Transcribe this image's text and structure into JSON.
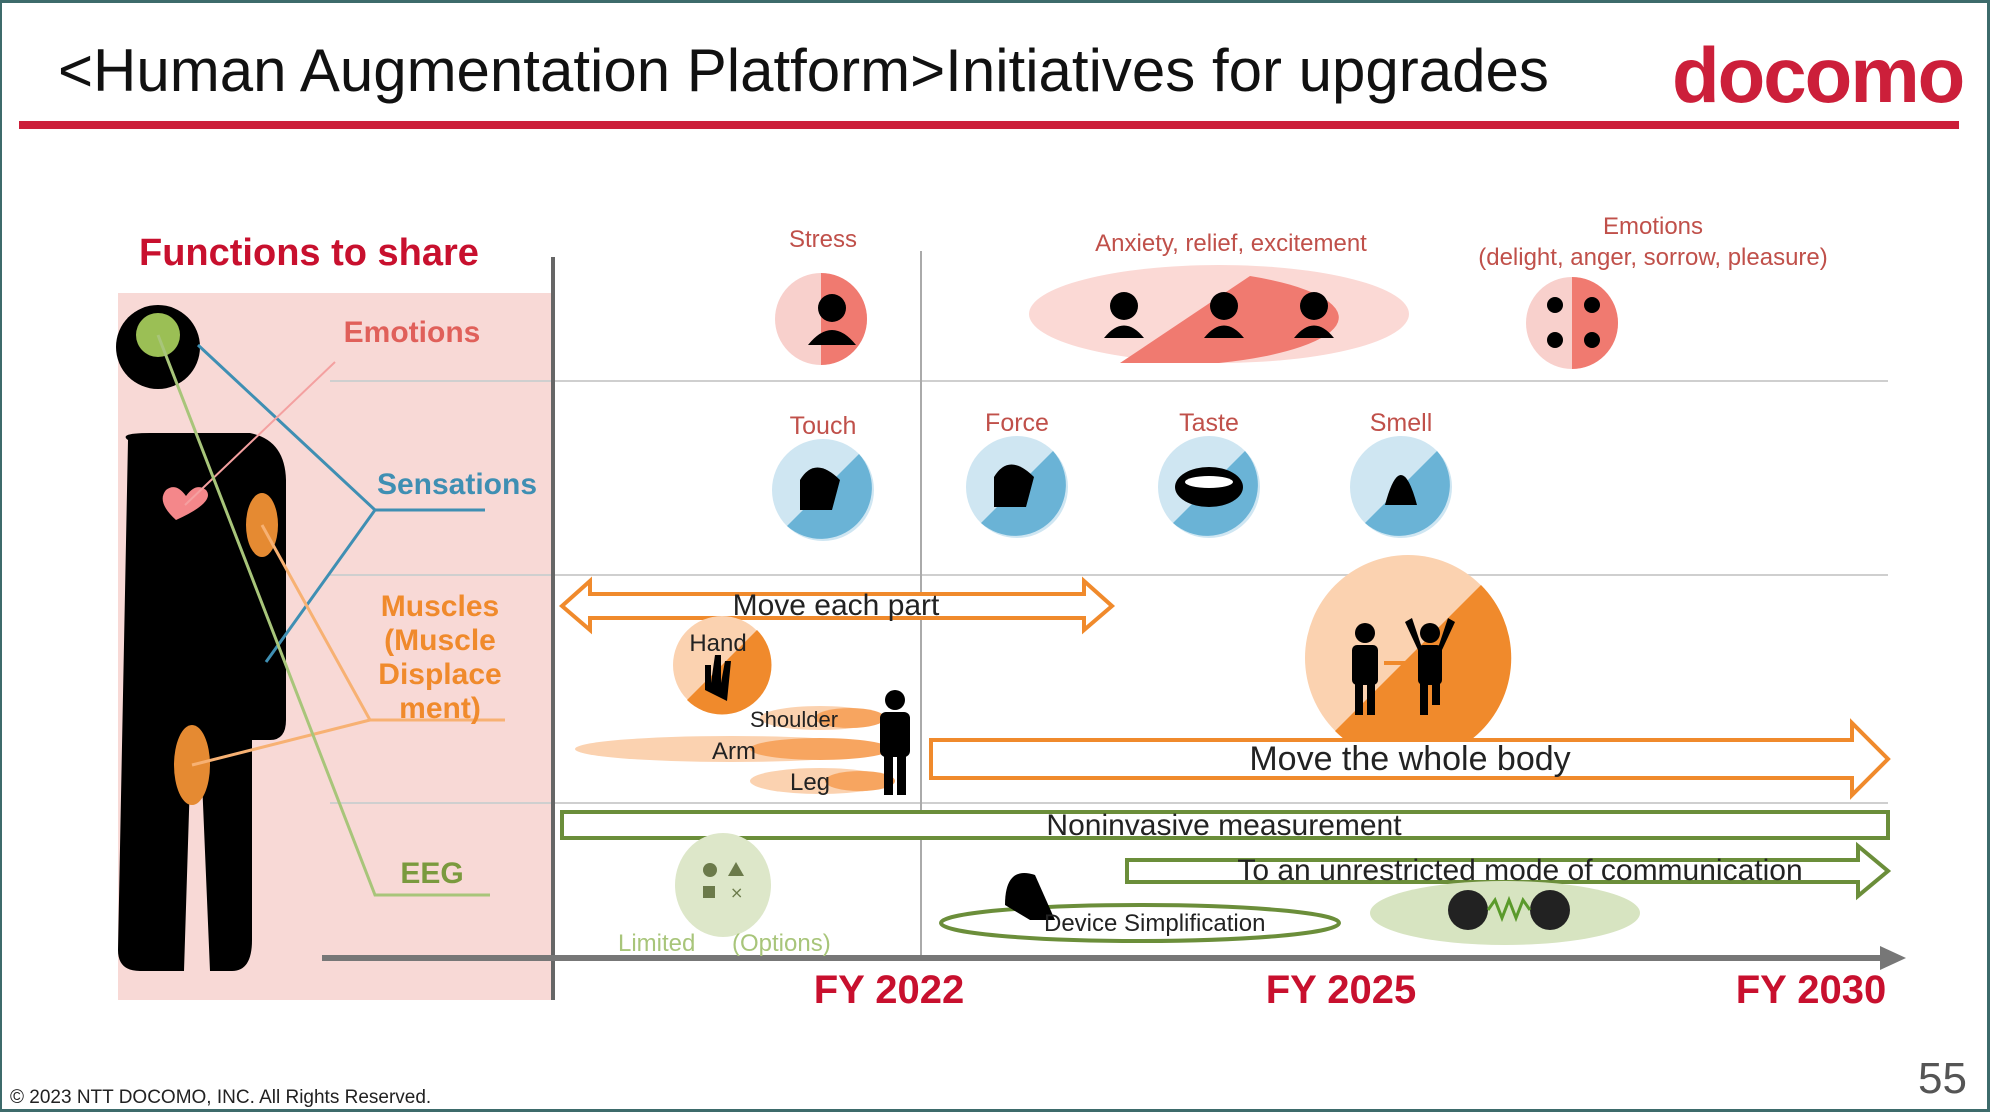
{
  "header": {
    "title": "<Human Augmentation Platform>Initiatives for upgrades",
    "logo": "docomo"
  },
  "colors": {
    "brand_red": "#cc1f3a",
    "emotions": "#e0605a",
    "sensations": "#3f8fb3",
    "muscles": "#f08a2c",
    "eeg": "#7a9a3e"
  },
  "functions": {
    "heading": "Functions to share",
    "emotions": "Emotions",
    "sensations": "Sensations",
    "muscles": [
      "Muscles",
      "(Muscle",
      "Displace",
      "ment)"
    ],
    "eeg": "EEG"
  },
  "emotions_row": {
    "stress": "Stress",
    "anxiety": "Anxiety, relief, excitement",
    "emotions_title": "Emotions",
    "emotions_sub": "(delight, anger, sorrow, pleasure)"
  },
  "sensations_row": {
    "touch": "Touch",
    "force": "Force",
    "taste": "Taste",
    "smell": "Smell"
  },
  "muscles_row": {
    "move_each_part": "Move each part",
    "hand": "Hand",
    "shoulder": "Shoulder",
    "arm": "Arm",
    "leg": "Leg",
    "move_whole_body": "Move the whole body"
  },
  "eeg_row": {
    "noninvasive": "Noninvasive measurement",
    "unrestricted": "To an unrestricted mode of communication",
    "limited": "Limited",
    "options": "(Options)",
    "device_simplification": "Device Simplification"
  },
  "timeline": {
    "fy1": "FY 2022",
    "fy2": "FY 2025",
    "fy3": "FY 2030"
  },
  "footer": {
    "copyright": "© 2023 NTT DOCOMO, INC. All Rights Reserved.",
    "page_number": "55"
  }
}
